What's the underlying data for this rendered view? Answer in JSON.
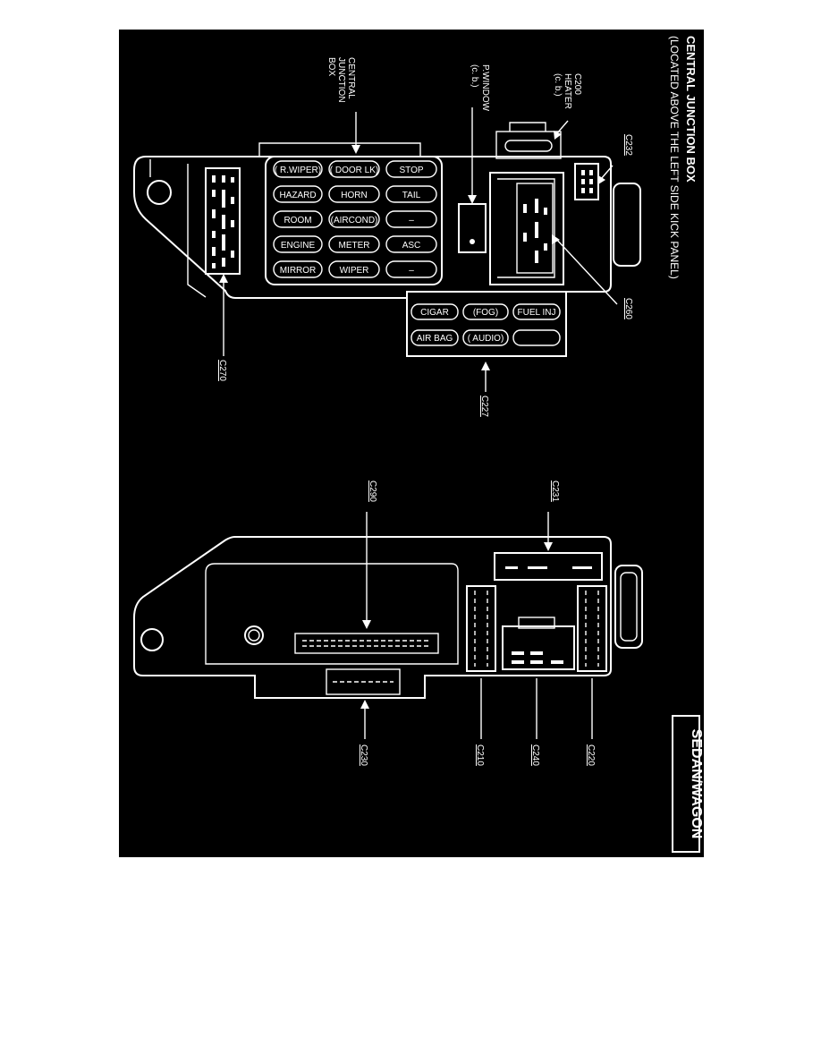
{
  "title": "CENTRAL JUNCTION BOX",
  "subtitle": "(LOCATED ABOVE THE LEFT SIDE KICK PANEL)",
  "badge": "SEDAN/WAGON",
  "labels": {
    "central_junction_box": [
      "CENTRAL",
      "JUNCTION",
      "BOX"
    ],
    "p_window": [
      "P.WINDOW",
      "(c. b.)"
    ],
    "c200": [
      "C200",
      "HEATER",
      "(c. b.)"
    ],
    "c232": "C232",
    "c260": "C260",
    "c270": "C270",
    "c227": "C227",
    "c290": "C290",
    "c231": "C231",
    "c230": "C230",
    "c210": "C210",
    "c240": "C240",
    "c220": "C220"
  },
  "fuses_main": [
    [
      "( R.WIPER)",
      "( DOOR LK)",
      "STOP"
    ],
    [
      "HAZARD",
      "HORN",
      "TAIL"
    ],
    [
      "ROOM",
      "(AIRCOND)",
      "–"
    ],
    [
      "ENGINE",
      "METER",
      "ASC"
    ],
    [
      "MIRROR",
      "WIPER",
      "–"
    ]
  ],
  "fuses_side": [
    [
      "CIGAR",
      "(FOG)",
      "FUEL INJ"
    ],
    [
      "AIR BAG",
      "( AUDIO)",
      ""
    ]
  ]
}
